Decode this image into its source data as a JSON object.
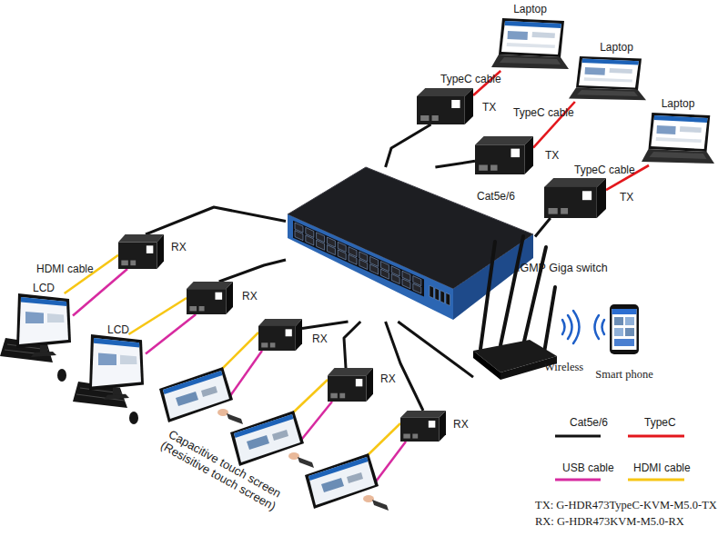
{
  "diagram": {
    "nodes": [
      {
        "text": [
          "Laptop"
        ]
      },
      {
        "text": [
          "Laptop"
        ]
      },
      {
        "text": [
          "Laptop"
        ]
      },
      {
        "text": [
          "TX"
        ]
      },
      {
        "text": [
          "TX"
        ]
      },
      {
        "text": [
          "TX"
        ]
      },
      {
        "text": [
          "IGMP Giga switch"
        ]
      },
      {
        "text": [
          "RX"
        ]
      },
      {
        "text": [
          "RX"
        ]
      },
      {
        "text": [
          "RX"
        ]
      },
      {
        "text": [
          "RX"
        ]
      },
      {
        "text": [
          "RX"
        ]
      },
      {
        "text": [
          "LCD"
        ]
      },
      {
        "text": [
          "LCD"
        ]
      },
      {
        "text": [
          "Wireless"
        ]
      },
      {
        "text": [
          "Smart phone"
        ]
      }
    ],
    "edges": [
      {
        "from": 0,
        "to": 3,
        "arrow": "none",
        "label": "TypeC cable"
      },
      {
        "from": 1,
        "to": 4,
        "arrow": "none",
        "label": "TypeC cable"
      },
      {
        "from": 2,
        "to": 5,
        "arrow": "none",
        "label": "TypeC cable"
      },
      {
        "from": 3,
        "to": 6,
        "arrow": "none"
      },
      {
        "from": 4,
        "to": 6,
        "arrow": "none",
        "label": "Cat5e/6"
      },
      {
        "from": 5,
        "to": 6,
        "arrow": "none"
      },
      {
        "from": 6,
        "to": 7,
        "arrow": "none"
      },
      {
        "from": 6,
        "to": 8,
        "arrow": "none"
      },
      {
        "from": 6,
        "to": 9,
        "arrow": "none"
      },
      {
        "from": 6,
        "to": 10,
        "arrow": "none"
      },
      {
        "from": 6,
        "to": 11,
        "arrow": "none"
      },
      {
        "from": 6,
        "to": 14,
        "arrow": "none"
      },
      {
        "from": 7,
        "to": 12,
        "arrow": "none",
        "label": "HDMI cable"
      },
      {
        "from": 7,
        "to": 12,
        "arrow": "none"
      },
      {
        "from": 8,
        "to": 13,
        "arrow": "none"
      },
      {
        "from": 8,
        "to": 13,
        "arrow": "none"
      }
    ],
    "labels": [
      "Capacitive touch screen (Resisitive touch screen)",
      "TX: G-HDR473TypeC-KVM-M5.0-TX",
      "RX: G-HDR473KVM-M5.0-RX"
    ],
    "legend": [
      {
        "text": "Cat5e/6"
      },
      {
        "text": "TypeC"
      },
      {
        "text": "USB cable"
      },
      {
        "text": "HDMI cable"
      }
    ]
  }
}
